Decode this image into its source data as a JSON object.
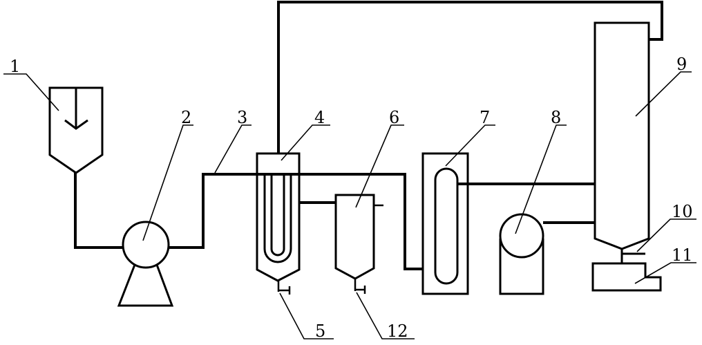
{
  "diagram": {
    "stroke_color": "#000000",
    "background_color": "#ffffff",
    "labels": {
      "l1": "1",
      "l2": "2",
      "l3": "3",
      "l4": "4",
      "l5": "5",
      "l6": "6",
      "l7": "7",
      "l8": "8",
      "l9": "9",
      "l10": "10",
      "l11": "11",
      "l12": "12"
    }
  }
}
